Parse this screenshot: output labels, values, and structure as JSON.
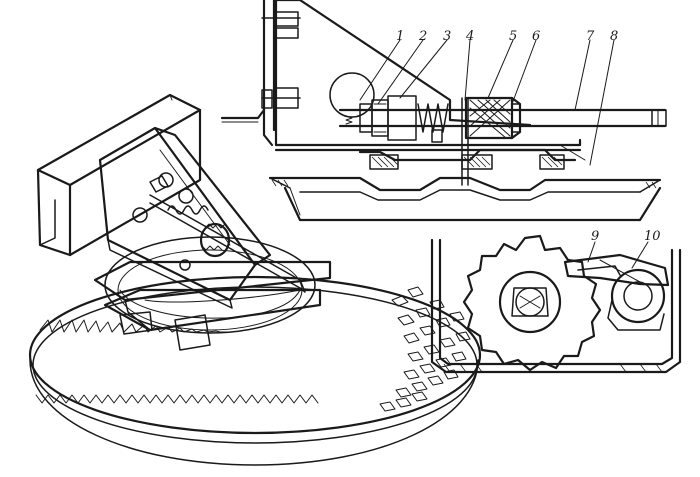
{
  "callouts": [
    {
      "id": "1",
      "label": "1"
    },
    {
      "id": "2",
      "label": "2"
    },
    {
      "id": "3",
      "label": "3"
    },
    {
      "id": "4",
      "label": "4"
    },
    {
      "id": "5",
      "label": "5"
    },
    {
      "id": "6",
      "label": "6"
    },
    {
      "id": "7",
      "label": "7"
    },
    {
      "id": "8",
      "label": "8"
    },
    {
      "id": "9",
      "label": "9"
    },
    {
      "id": "10",
      "label": "10"
    }
  ],
  "views": {
    "perspective": "perspective-view",
    "section": "cross-section-view",
    "detail": "ratchet-detail-view"
  }
}
